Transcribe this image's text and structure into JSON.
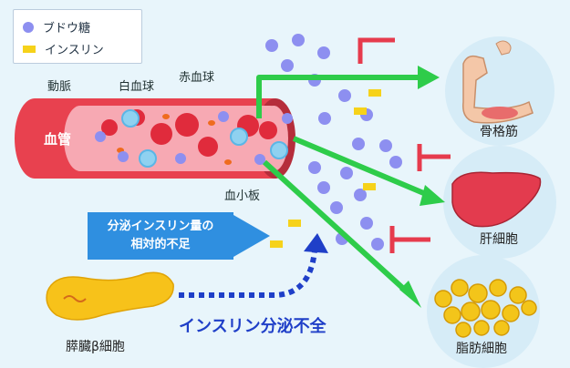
{
  "legend": {
    "glucose": "ブドウ糖",
    "insulin": "インスリン"
  },
  "labels": {
    "artery": "動脈",
    "vessel": "血管",
    "wbc": "白血球",
    "rbc": "赤血球",
    "platelet": "血小板",
    "muscle": "骨格筋",
    "liver": "肝細胞",
    "fat": "脂肪細胞",
    "pancreas": "膵臓β細胞",
    "secretion": "インスリン分泌不全"
  },
  "callout": {
    "line1": "分泌インスリン量の",
    "line2": "相対的不足"
  },
  "colors": {
    "background": "#e8f5fb",
    "vessel": "#ee4a5c",
    "arrow_green": "#2ecc4a",
    "inhibit_red": "#e63b4d",
    "glucose": "#8d8ff0",
    "insulin": "#f6d21a",
    "callout": "#2f8fe0",
    "dotted_arrow": "#1f3fc8"
  }
}
